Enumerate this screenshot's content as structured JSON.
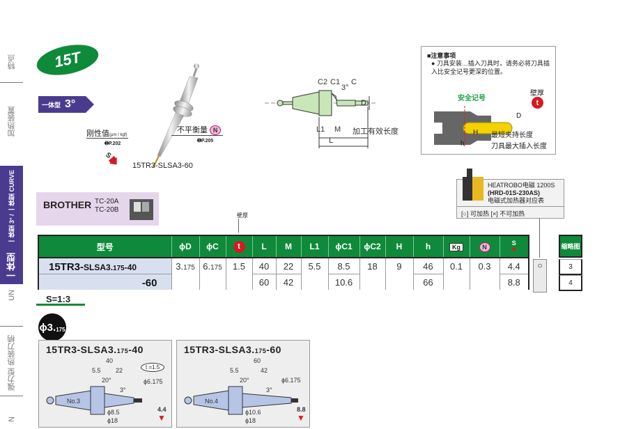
{
  "side_nav": [
    {
      "label": "特点",
      "active": false
    },
    {
      "label": "加热装置",
      "active": false
    },
    {
      "label": "一体型 3° / 一体型 CURVE",
      "active": true
    },
    {
      "label": "一体型",
      "active": true
    },
    {
      "label": "UN",
      "active": false
    },
    {
      "label": "强力型 热装刀柄",
      "active": false
    },
    {
      "label": "N",
      "active": false
    }
  ],
  "header": {
    "series_badge": "15T",
    "type_banner_small": "一体型",
    "type_banner_big": "3°"
  },
  "product_image": {
    "rigidity_label": "刚性值",
    "rigidity_unit": "(μm / kgf)",
    "rigidity_ref": "P.202",
    "imbalance_label": "不平衡量",
    "imbalance_ref": "P.205",
    "s_label": "S",
    "n_label": "N",
    "model_caption": "15TR3-SLSA3-60"
  },
  "dimension_diagram": {
    "labels": [
      "C2",
      "C1",
      "3°",
      "C",
      "D",
      "L1",
      "M",
      "L"
    ],
    "effective_length_label": "加工有效长度"
  },
  "notes": {
    "title": "■注意事项",
    "bullet": "● 刀具安装…插入刀具时，请务必将刀具插入比安全记号更深的位置。",
    "safety_mark_label": "安全记号",
    "wall_label": "壁厚",
    "t_label": "t",
    "d_label": "D",
    "H_label": "H",
    "h_label": "h",
    "min_clamp_label": "最短夹持长度",
    "max_insert_label": "刀具最大插入长度"
  },
  "heater": {
    "line1": "HEATROBO电磁 1200S",
    "line2": "(HRD-01S-230AS)",
    "line3": "电磁式加热器对应表",
    "legend": "[○] 可加热  [×] 不可加热"
  },
  "machine": {
    "brand": "BROTHER",
    "models": [
      "TC-20A",
      "TC-20B"
    ]
  },
  "wall_arrow_label": "壁厚",
  "table": {
    "headers": [
      "型号",
      "ϕD",
      "ϕC",
      "t",
      "L",
      "M",
      "L1",
      "ϕC1",
      "ϕC2",
      "H",
      "h",
      "Kg",
      "N",
      "S"
    ],
    "rows": [
      {
        "model_prefix": "15TR3-",
        "model_main": "SLSA3.",
        "model_sub": "175",
        "model_suffix": "-40",
        "D_main": "3.",
        "D_sub": "175",
        "C_main": "6.",
        "C_sub": "175",
        "t": "1.5",
        "L": "40",
        "M": "22",
        "L1": "5.5",
        "C1": "8.5",
        "C2": "18",
        "H": "9",
        "h": "46",
        "kg": "0.1",
        "N": "0.3",
        "S": "4.4",
        "heat": "○",
        "abbr": "3"
      },
      {
        "model_suffix": "-60",
        "L": "60",
        "M": "42",
        "C1": "10.6",
        "h": "66",
        "S": "8.8",
        "abbr": "4"
      }
    ],
    "abbr_header": "缩略图"
  },
  "scale": "S=1:3",
  "diameter_badge": {
    "main": "ϕ3.",
    "sub": "175"
  },
  "drawings": [
    {
      "title_main": "15TR3-SLSA3.",
      "title_sub": "175",
      "title_end": "-40",
      "L": "40",
      "L1": "5.5",
      "M": "22",
      "angle_body": "20°",
      "taper": "3°",
      "t_badge": "t =1.5",
      "C": "ϕ6.175",
      "C1": "ϕ8.5",
      "C2": "ϕ18",
      "no": "No.3",
      "S": "4.4"
    },
    {
      "title_main": "15TR3-SLSA3.",
      "title_sub": "175",
      "title_end": "-60",
      "L": "60",
      "L1": "5.5",
      "M": "42",
      "angle_body": "20°",
      "taper": "3°",
      "C": "ϕ6.175",
      "C1": "ϕ10.6",
      "C2": "ϕ18",
      "no": "No.4",
      "S": "8.8"
    }
  ],
  "colors": {
    "green": "#0f8a3a",
    "purple": "#4b3b8f",
    "red": "#d71920",
    "pink": "#f6b6d8",
    "lavender": "#e6d6ec"
  }
}
